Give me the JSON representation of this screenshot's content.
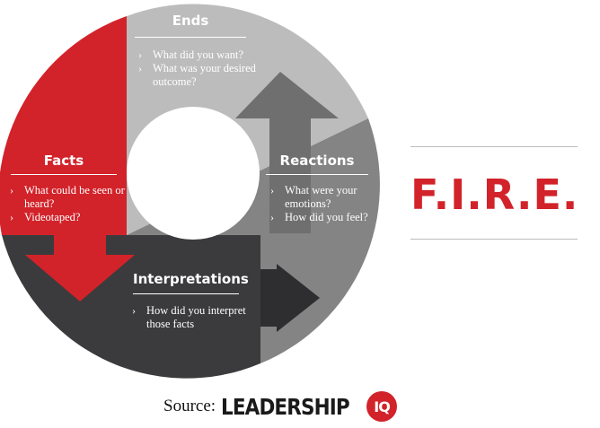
{
  "diagram": {
    "ends": {
      "title": "Ends",
      "bullets": [
        "What did you want?",
        "What was your desired outcome?"
      ]
    },
    "facts": {
      "title": "Facts",
      "bullets": [
        "What could be seen or heard?",
        "Videotaped?"
      ]
    },
    "reactions": {
      "title": "Reactions",
      "bullets": [
        "What were your emotions?",
        "How did you feel?"
      ]
    },
    "interpretations": {
      "title": "Interpretations",
      "bullets": [
        "How did you interpret those facts"
      ]
    }
  },
  "side_title": "F.I.R.E.",
  "source": {
    "prefix": "Source:",
    "logo_word": "LEADERSHIP",
    "logo_badge": "IQ"
  },
  "colors": {
    "facts": "#d2232a",
    "ends": "#bcbcbc",
    "reactions": "#848484",
    "interpretations": "#3b3b3d",
    "accent": "#d2232a"
  }
}
